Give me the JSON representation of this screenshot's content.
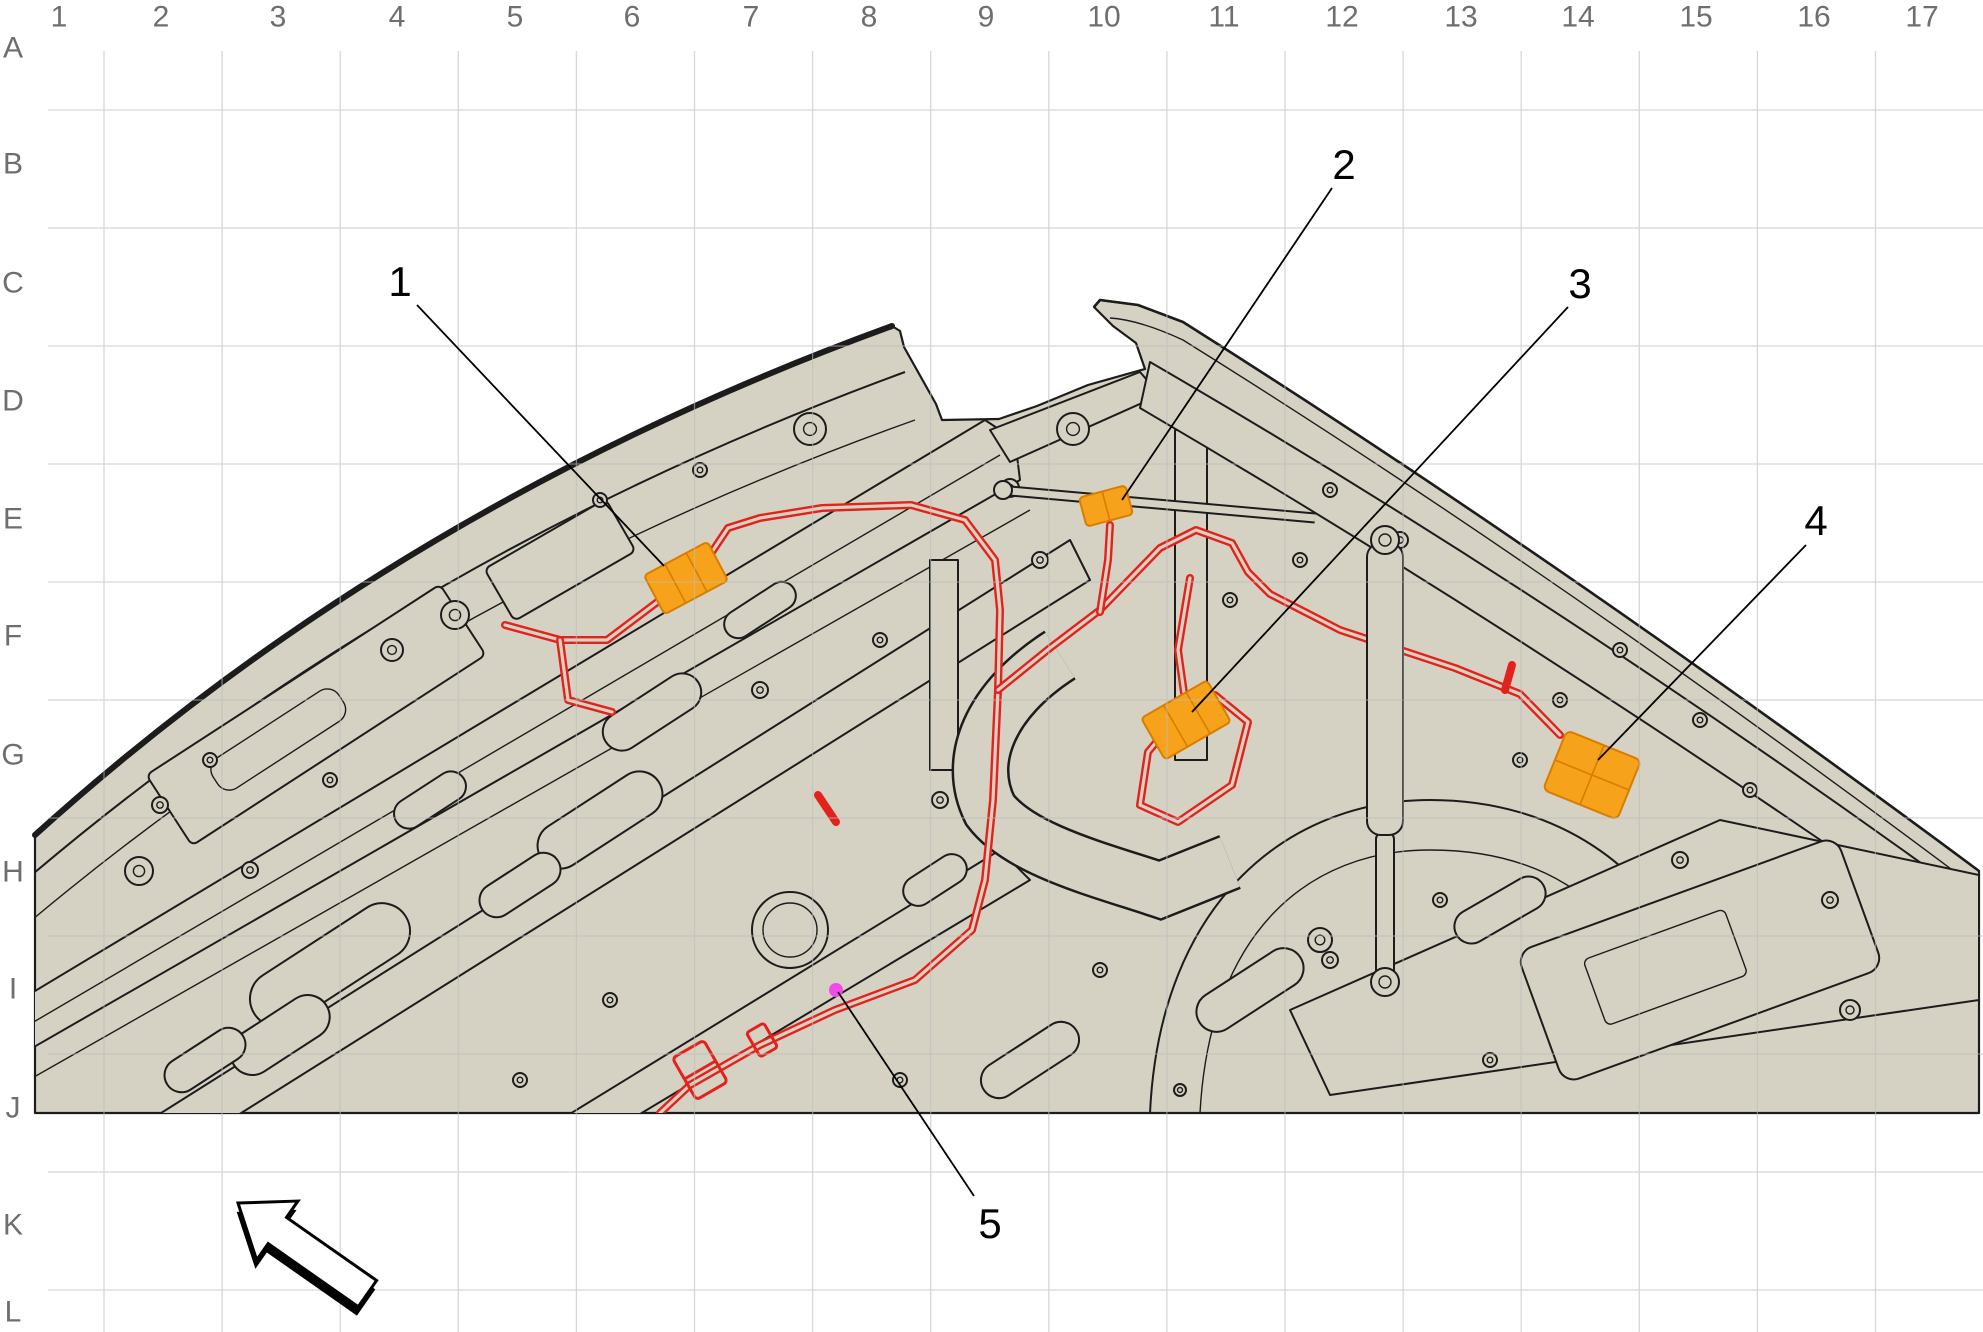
{
  "grid": {
    "columns": [
      "1",
      "2",
      "3",
      "4",
      "5",
      "6",
      "7",
      "8",
      "9",
      "10",
      "11",
      "12",
      "13",
      "14",
      "15",
      "16",
      "17"
    ],
    "rows": [
      "A",
      "B",
      "C",
      "D",
      "E",
      "F",
      "G",
      "H",
      "I",
      "J",
      "K",
      "L"
    ]
  },
  "callouts": [
    {
      "label": "1"
    },
    {
      "label": "2"
    },
    {
      "label": "3"
    },
    {
      "label": "4"
    },
    {
      "label": "5"
    }
  ],
  "colors": {
    "background": "#ffffff",
    "body_fill": "#d5d2c3",
    "outline": "#1c1c1c",
    "grid_line": "#bdbdbd",
    "grid_label": "#6e6e6e",
    "harness": "#e3221c",
    "connector": "#f7a21b",
    "connector_highlight": "#f24be8"
  },
  "icons": {
    "direction_arrow": "arrow-up-left-icon"
  }
}
